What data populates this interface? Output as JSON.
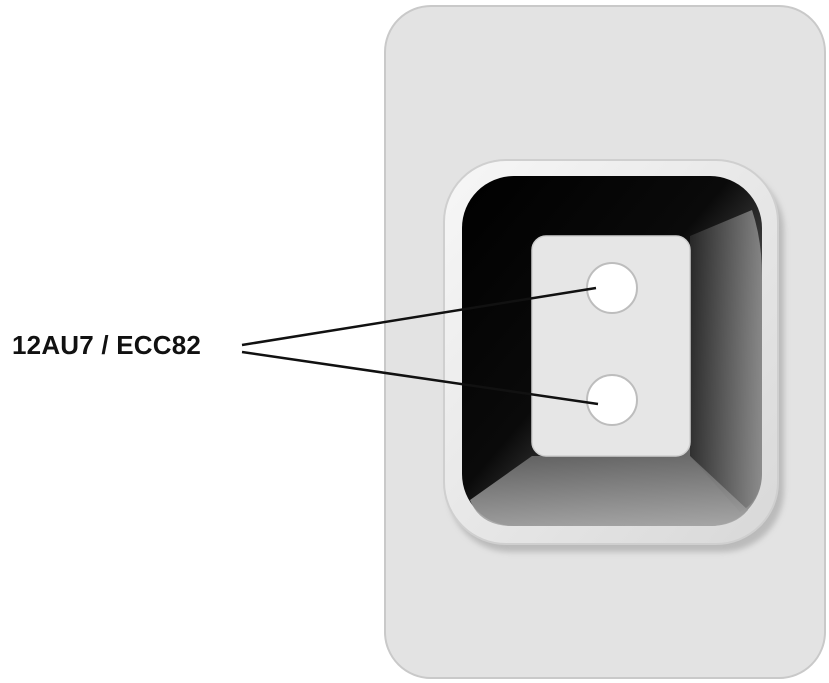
{
  "callout": {
    "label": "12AU7 / ECC82",
    "targets": [
      "top-socket-hole",
      "bottom-socket-hole"
    ]
  },
  "colors": {
    "panel": "#e3e3e3",
    "panel_edge": "#bdbdbd",
    "bezel": "#ececec",
    "well_dark": "#000000",
    "inner_plate": "#e6e6e6",
    "hole": "#ffffff",
    "leader_line": "#111111",
    "label_text": "#111111"
  }
}
